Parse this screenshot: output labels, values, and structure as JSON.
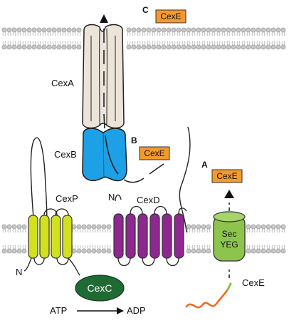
{
  "section_labels": {
    "a": "A",
    "b": "B",
    "c": "C"
  },
  "proteins": {
    "cexa": "CexA",
    "cexb": "CexB",
    "cexp": "CexP",
    "cexd": "CexD",
    "cexc": "CexC",
    "secyeg_line1": "Sec",
    "secyeg_line2": "YEG"
  },
  "substrate_boxes": {
    "box_c": "CexE",
    "box_b": "CexE",
    "box_a": "CexE"
  },
  "substrate_tail": "CexE",
  "n_terminus": {
    "cexp": "N",
    "cexd": "N"
  },
  "reaction": {
    "left": "ATP",
    "right": "ADP"
  },
  "colors": {
    "cexa_fill": "#ebe4d9",
    "cexb_fill": "#1ea0e6",
    "cexp_fill": "#d2e01e",
    "cexd_fill": "#8e2790",
    "secyeg_fill": "#8dc44d",
    "cexc_fill": "#1f6b33",
    "cexe_box_fill": "#f39a2e",
    "tail_orange": "#ef6a1c",
    "tail_green": "#7fc241",
    "membrane_head": "#c8c8c8"
  }
}
